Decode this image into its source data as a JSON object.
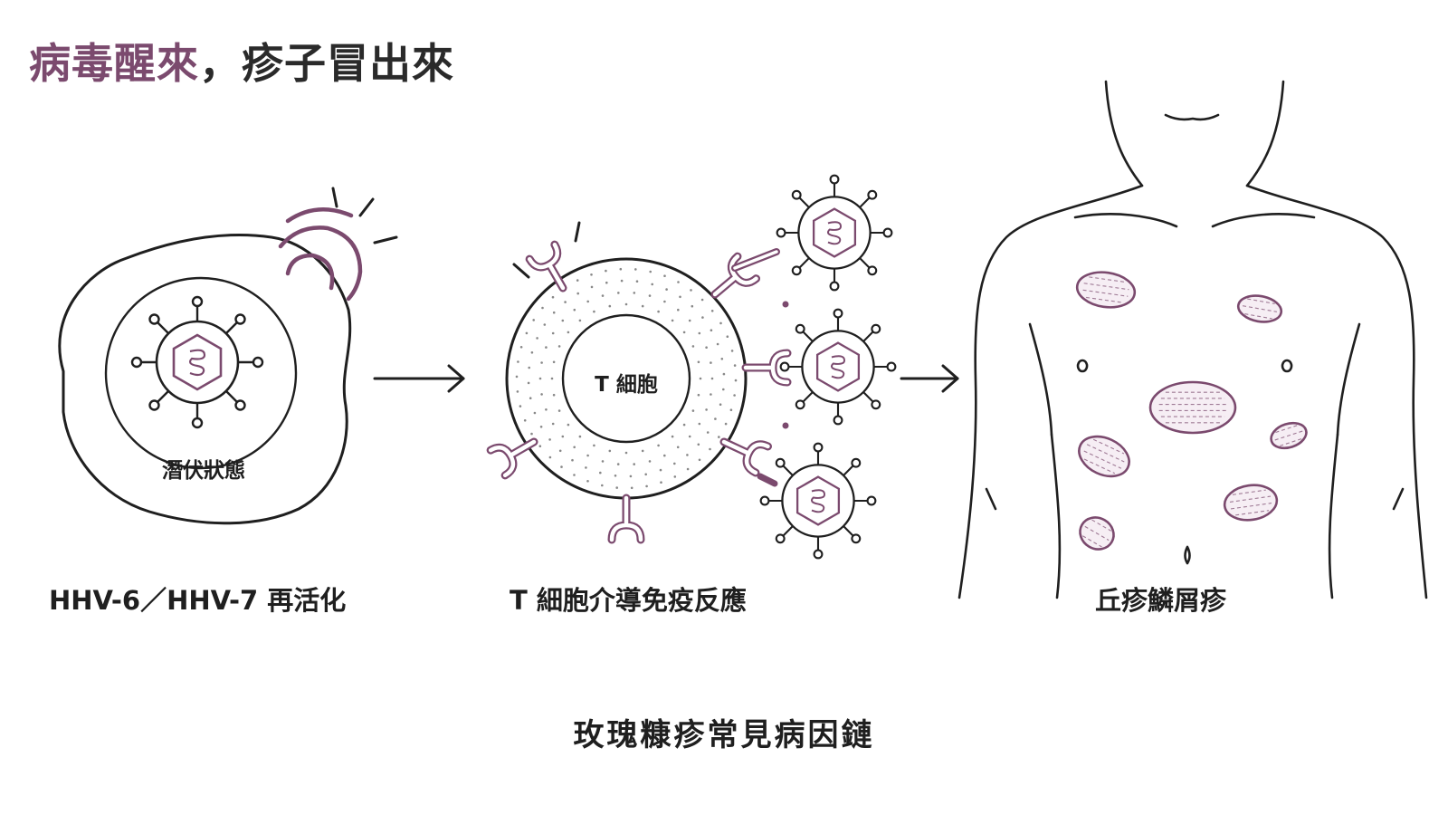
{
  "title": {
    "accent": "病毒醒來",
    "rest": "，疹子冒出來"
  },
  "stages": [
    {
      "caption": "HHV-6／HHV-7 再活化",
      "inner_label": "潛伏狀態"
    },
    {
      "caption": "T 細胞介導免疫反應",
      "inner_label": "T 細胞"
    },
    {
      "caption": "丘疹鱗屑疹"
    }
  ],
  "footer": "玫瑰糠疹常見病因鏈",
  "colors": {
    "accent": "#7b4a6e",
    "line": "#1f1f1f",
    "lesion_fill": "#f6eef4"
  }
}
